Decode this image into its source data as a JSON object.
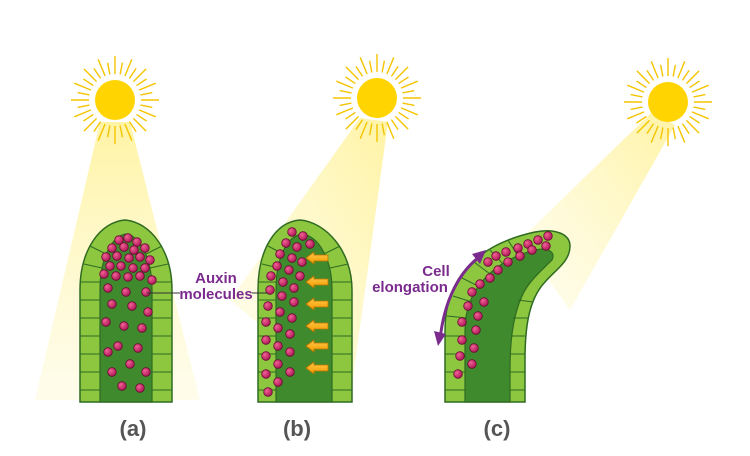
{
  "panels": [
    {
      "id": "a",
      "label": "(a)"
    },
    {
      "id": "b",
      "label": "(b)"
    },
    {
      "id": "c",
      "label": "(c)"
    }
  ],
  "annotations": {
    "auxin": {
      "line1": "Auxin",
      "line2": "molecules"
    },
    "elongation": {
      "line1": "Cell",
      "line2": "elongation"
    }
  },
  "colors": {
    "sun": "#ffd400",
    "sun_rays": "#f5c400",
    "light_beam": "#fff6b0",
    "outer_tissue": "#8dc63f",
    "inner_tissue": "#3f8a2d",
    "tissue_line": "#2f6b22",
    "auxin": "#c2185b",
    "arrow_orange": "#f7a300",
    "annotation_purple": "#7b2a8e",
    "label_gray": "#555555"
  },
  "icons": [
    "sun-icon",
    "auxin-molecule-icon",
    "orange-arrow-icon",
    "double-headed-curved-arrow-icon"
  ]
}
